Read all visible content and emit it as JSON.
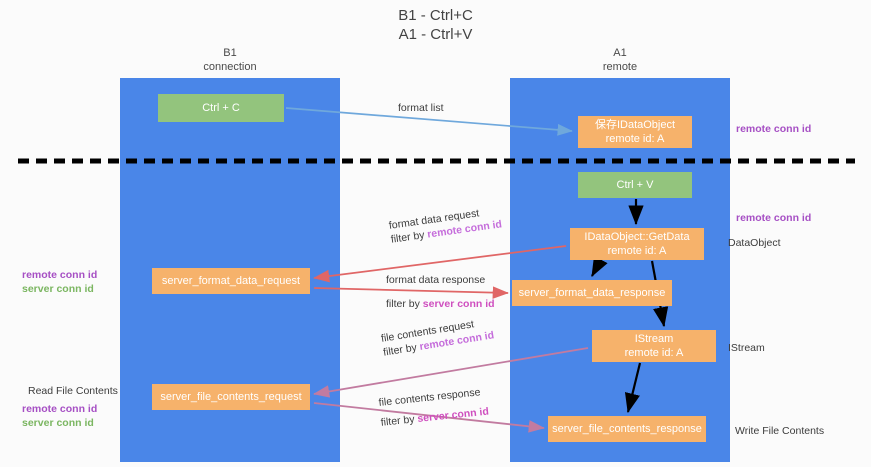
{
  "title": {
    "line1": "B1 - Ctrl+C",
    "line2": "A1 - Ctrl+V"
  },
  "columns": [
    {
      "id": "b1",
      "name": "B1",
      "role": "connection"
    },
    {
      "id": "a1",
      "name": "A1",
      "role": "remote"
    }
  ],
  "nodes": {
    "ctrl_c": {
      "label": "Ctrl + C",
      "sub": "",
      "color": "#93c47d",
      "lane": "b1"
    },
    "idataobject": {
      "label": "保存IDataObject",
      "sub": "remote id: A",
      "color": "#f6b26b",
      "lane": "a1"
    },
    "ctrl_v": {
      "label": "Ctrl + V",
      "sub": "",
      "color": "#93c47d",
      "lane": "a1"
    },
    "getdata": {
      "label": "IDataObject::GetData",
      "sub": "remote id: A",
      "color": "#f6b26b",
      "lane": "a1"
    },
    "server_format_data_request": {
      "label": "server_format_data_request",
      "sub": "",
      "color": "#f6b26b",
      "lane": "b1"
    },
    "server_format_data_response": {
      "label": "server_format_data_response",
      "sub": "",
      "color": "#f6b26b",
      "lane": "a1"
    },
    "istream": {
      "label": "IStream",
      "sub": "remote id: A",
      "color": "#f6b26b",
      "lane": "a1"
    },
    "server_file_contents_request": {
      "label": "server_file_contents_request",
      "sub": "",
      "color": "#f6b26b",
      "lane": "b1"
    },
    "server_file_contents_response": {
      "label": "server_file_contents_response",
      "sub": "",
      "color": "#f6b26b",
      "lane": "a1"
    }
  },
  "edge_labels": {
    "format_list": {
      "text": "format list"
    },
    "format_data_request": {
      "line1": "format data request",
      "filter_prefix": "filter by ",
      "filter_key": "remote conn id"
    },
    "format_data_response": {
      "line1": "format data response",
      "filter_prefix": "filter by ",
      "filter_key": "server conn id"
    },
    "file_contents_request": {
      "line1": "file contents request",
      "filter_prefix": "filter by ",
      "filter_key": "remote conn id"
    },
    "file_contents_response": {
      "line1": "file contents response",
      "filter_prefix": "filter by ",
      "filter_key": "server conn id"
    }
  },
  "annotations": {
    "right_top_remote": "remote conn id",
    "right_mid_remote": "remote conn id",
    "right_dataobject": "DataObject",
    "right_istream": "IStream",
    "right_write_file": "Write File Contents",
    "left_remote": "remote conn id",
    "left_server": "server conn id",
    "left_read_file": "Read File Contents",
    "left_remote2": "remote conn id",
    "left_server2": "server conn id"
  },
  "colors": {
    "lane": "#4a86e8",
    "green_node": "#93c47d",
    "orange_node": "#f6b26b",
    "remote_key": "#a64fc4",
    "server_key": "#7bb661",
    "arrow_blue": "#6fa8dc",
    "arrow_red": "#e06666",
    "arrow_magenta": "#c27ba0",
    "arrow_black": "#000000",
    "divider": "#000000"
  }
}
